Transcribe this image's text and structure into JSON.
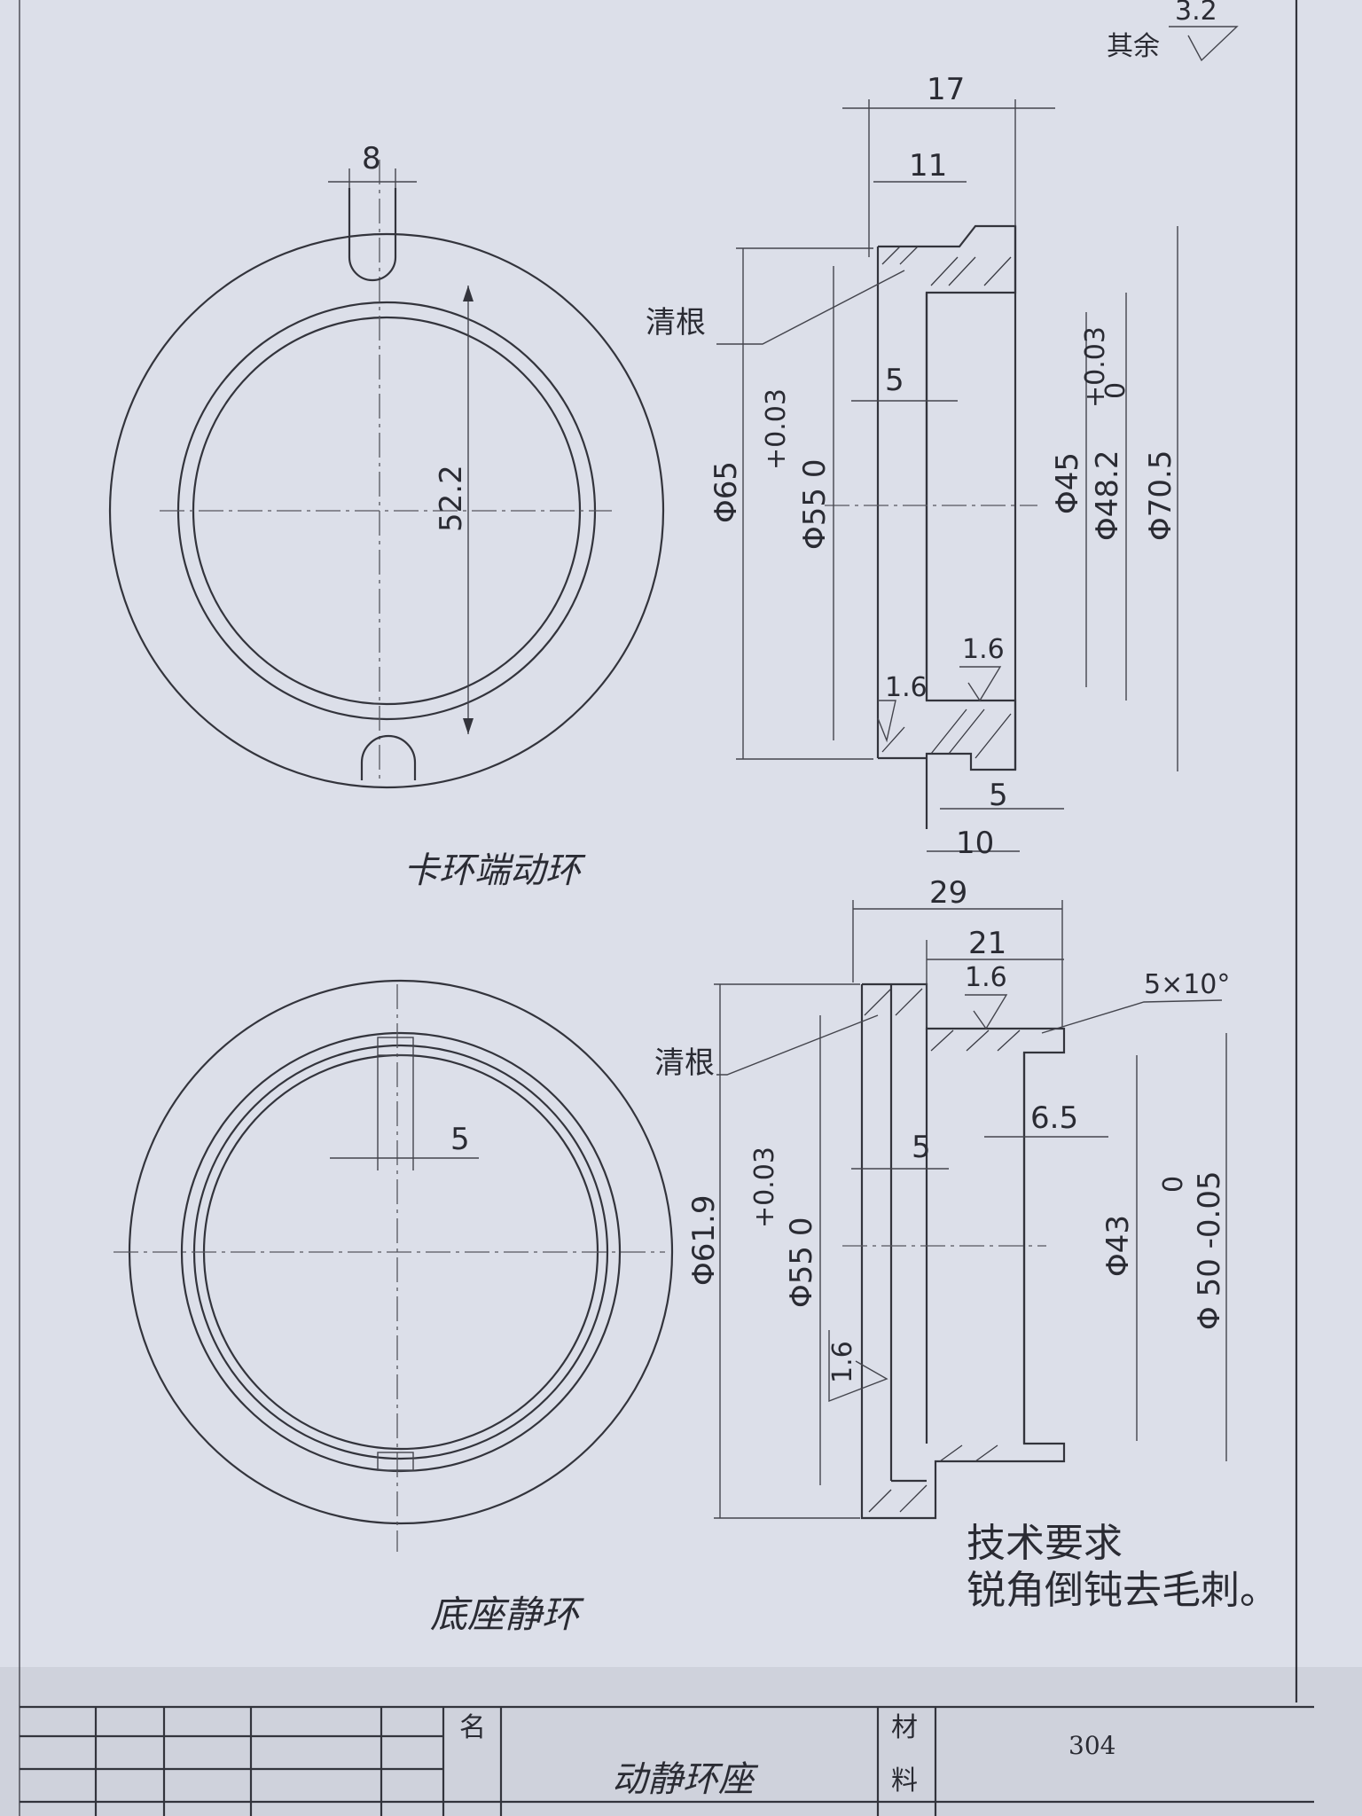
{
  "roughness": {
    "label": "其余",
    "value": "3.2"
  },
  "top_view": {
    "slot_width": "8",
    "inner_dim": "52.2",
    "caption": "卡环端动环"
  },
  "top_section": {
    "qinggen": "清根",
    "d65": "Φ65",
    "d55_tol_upper": "+0.03",
    "d55": "Φ55 0",
    "d45": "Φ45",
    "d48_tol": "+0.03",
    "d48_tol_lower": "0",
    "d48": "Φ48.2",
    "d705": "Φ70.5",
    "len17": "17",
    "len11": "11",
    "len5": "5",
    "len5b": "5",
    "len10": "10",
    "rough_a": "1.6",
    "rough_b": "1.6"
  },
  "bottom_view": {
    "slot_width": "5",
    "caption": "底座静环"
  },
  "bottom_section": {
    "qinggen": "清根",
    "d619": "Φ61.9",
    "d55_tol_upper": "+0.03",
    "d55": "Φ55 0",
    "d43": "Φ43",
    "d50_tol_upper": "0",
    "d50": "Φ 50 -0.05",
    "len29": "29",
    "len21": "21",
    "len5": "5",
    "len65": "6.5",
    "chamfer": "5×10°",
    "rough_a": "1.6",
    "rough_b": "1.6"
  },
  "requirements": {
    "title": "技术要求",
    "text": "锐角倒钝去毛刺。"
  },
  "title_block": {
    "name_label": "名",
    "part_name": "动静环座",
    "material_label_1": "材",
    "material_label_2": "料",
    "material": "304"
  }
}
